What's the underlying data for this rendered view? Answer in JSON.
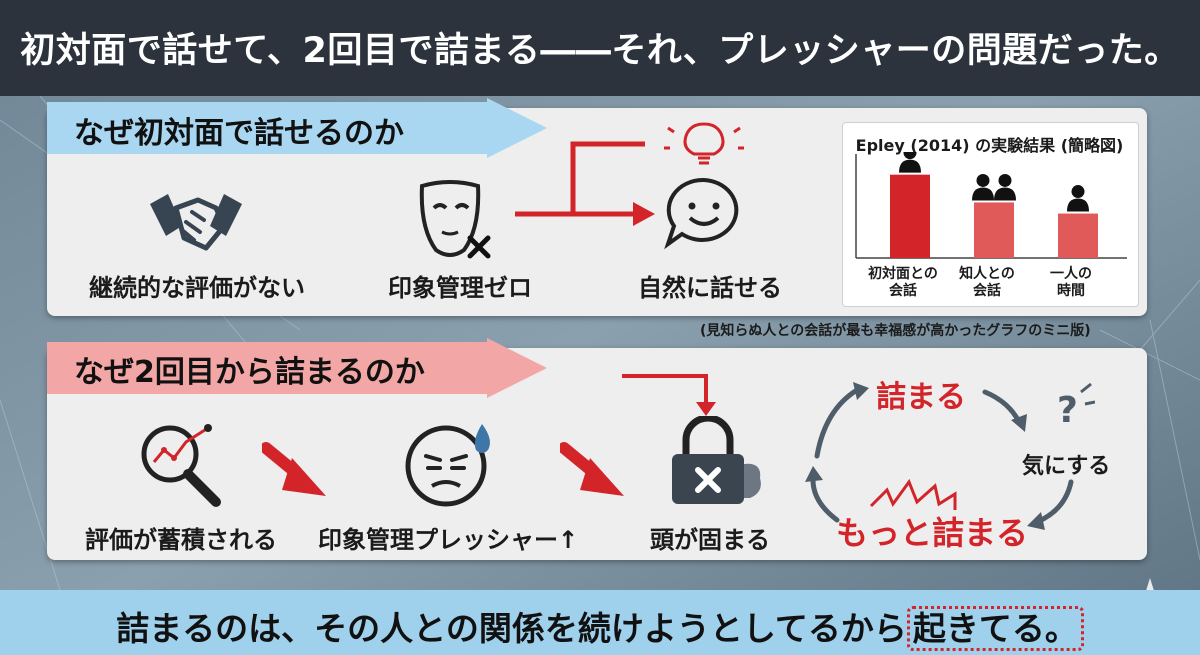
{
  "title": "初対面で話せて、2回目で詰まる――それ、プレッシャーの問題だった。",
  "section1": {
    "heading": "なぜ初対面で話せるのか",
    "items": [
      {
        "label": "継続的な評価がない",
        "icon": "handshake-icon"
      },
      {
        "label": "印象管理ゼロ",
        "icon": "mask-cross-icon"
      },
      {
        "label": "自然に話せる",
        "icon": "smile-bubble-lightbulb-icon"
      }
    ]
  },
  "chart_data": {
    "type": "bar",
    "title": "Epley (2014) の実験結果 (簡略図)",
    "categories": [
      "初対面との\n会話",
      "知人との\n会話",
      "一人の\n時間"
    ],
    "values": [
      3,
      2,
      1.6
    ],
    "ylim": [
      0,
      3.6
    ],
    "grid": false,
    "colors": [
      "#d3242a",
      "#e05a5a",
      "#e05a5a"
    ]
  },
  "chart_caption": "(見知らぬ人との会話が最も幸福感が高かったグラフのミニ版)",
  "section2": {
    "heading": "なぜ2回目から詰まるのか",
    "items": [
      {
        "label": "評価が蓄積される",
        "icon": "magnifier-chart-icon"
      },
      {
        "label": "印象管理プレッシャー↑",
        "icon": "anxious-face-icon"
      },
      {
        "label": "頭が固まる",
        "icon": "locked-brain-icon"
      }
    ],
    "cycle": {
      "top": "詰まる",
      "right": "気にする",
      "bottom": "もっと詰まる"
    }
  },
  "bottom": {
    "lead": "詰まるのは、その人との関係を続けようとしてるから",
    "highlight": "起きてる。"
  },
  "colors": {
    "accent_red": "#d3242a",
    "blue": "#9fd0ec",
    "dark": "#2c333d"
  }
}
